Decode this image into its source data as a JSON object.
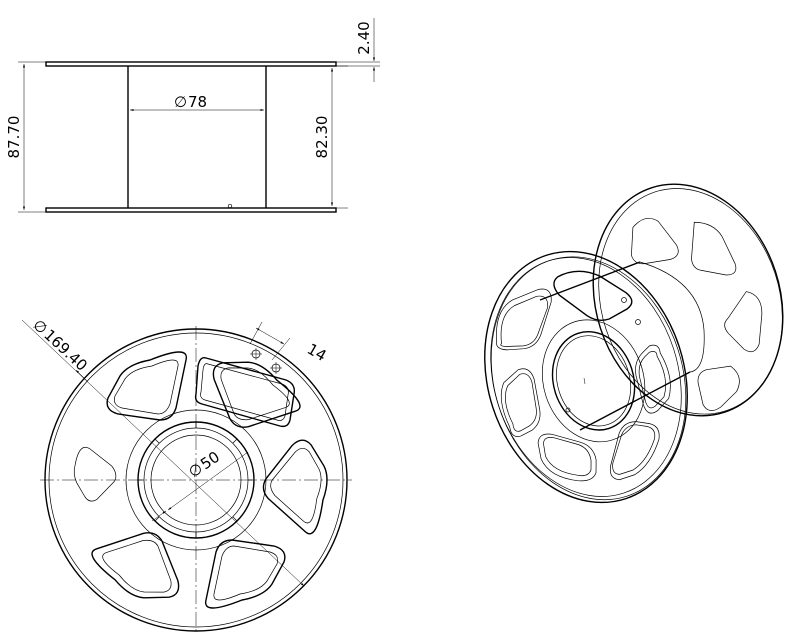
{
  "dimensions": {
    "flange_thickness": "2.40",
    "overall_width": "87.70",
    "inner_width": "82.30",
    "hub_diameter": "78",
    "outer_diameter": "169.40",
    "bore_diameter": "50",
    "hole_spacing": "14"
  },
  "symbols": {
    "diameter": "∅"
  },
  "colors": {
    "line": "#000000",
    "background": "#ffffff"
  }
}
